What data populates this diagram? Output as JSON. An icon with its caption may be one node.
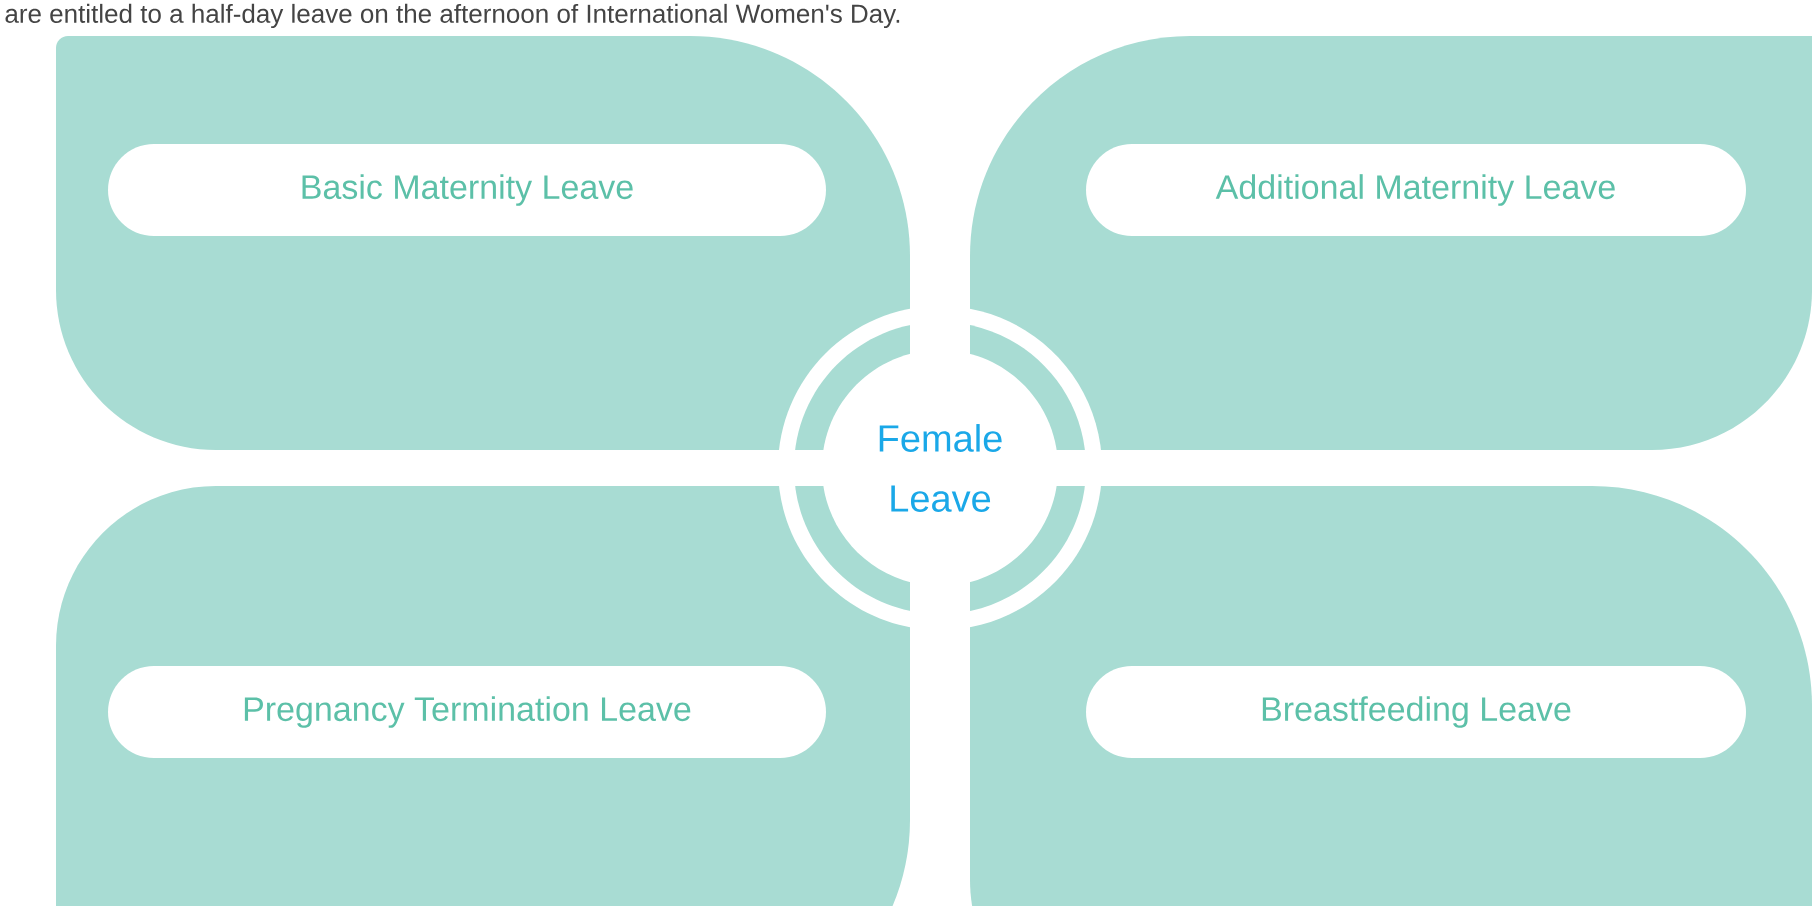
{
  "diagram": {
    "nodes": [
      {
        "text": [
          "Basic Maternity Leave"
        ]
      },
      {
        "text": [
          "Additional Maternity Leave"
        ]
      },
      {
        "text": [
          "Female Leave"
        ]
      },
      {
        "text": [
          "Pregnancy Termination Leave"
        ]
      },
      {
        "text": [
          "Breastfeeding Leave"
        ]
      }
    ],
    "labels": [
      "are entitled to a half-day leave on the afternoon of International Women's Day."
    ]
  }
}
